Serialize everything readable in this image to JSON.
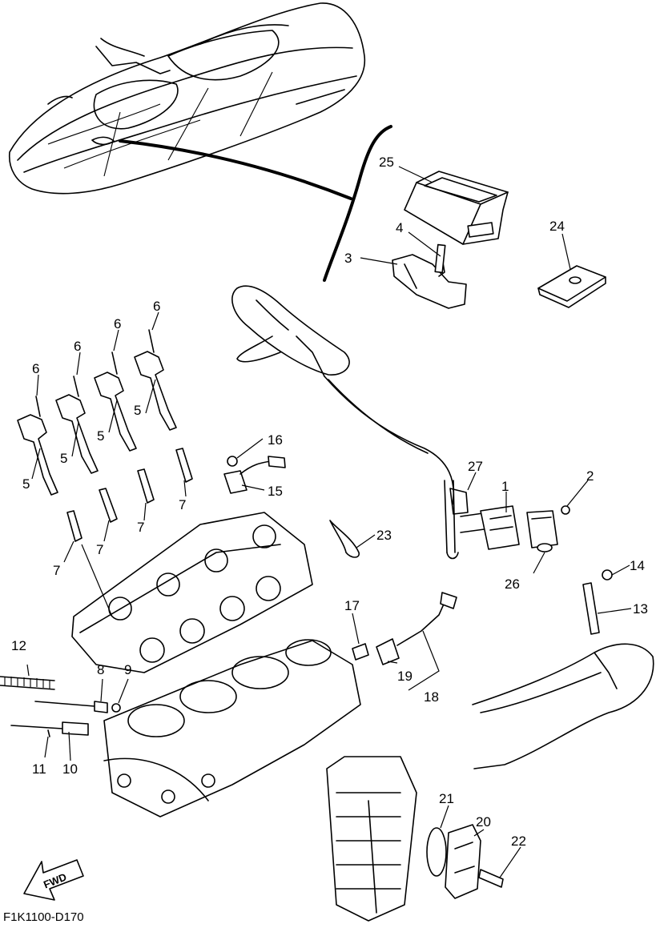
{
  "diagram": {
    "code": "F1K1100-D170",
    "direction_label": "FWD",
    "callouts": {
      "c1": "1",
      "c2": "2",
      "c3": "3",
      "c4": "4",
      "c5a": "5",
      "c5b": "5",
      "c5c": "5",
      "c5d": "5",
      "c6a": "6",
      "c6b": "6",
      "c6c": "6",
      "c6d": "6",
      "c7a": "7",
      "c7b": "7",
      "c7c": "7",
      "c7d": "7",
      "c8": "8",
      "c9": "9",
      "c10": "10",
      "c11": "11",
      "c12": "12",
      "c13": "13",
      "c14": "14",
      "c15": "15",
      "c16": "16",
      "c17": "17",
      "c18": "18",
      "c19": "19",
      "c20": "20",
      "c21": "21",
      "c22": "22",
      "c23": "23",
      "c24": "24",
      "c25": "25",
      "c26": "26",
      "c27": "27"
    }
  }
}
